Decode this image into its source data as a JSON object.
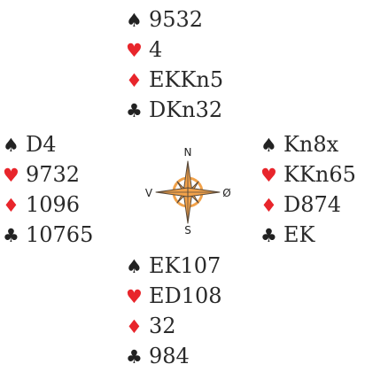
{
  "colors": {
    "red_suit": "#e8252b",
    "black_suit": "#222222",
    "text": "#2a2a2a",
    "compass_fill": "#f2a24a",
    "compass_outline": "#5a4a3a"
  },
  "suits": {
    "spade": "♠",
    "heart": "♥",
    "diamond": "♦",
    "club": "♣"
  },
  "hands": {
    "north": {
      "spades": "9532",
      "hearts": "4",
      "diamonds": "EKKn5",
      "clubs": "DKn32"
    },
    "west": {
      "spades": "D4",
      "hearts": "9732",
      "diamonds": "1096",
      "clubs": "10765"
    },
    "east": {
      "spades": "Kn8x",
      "hearts": "KKn65",
      "diamonds": "D874",
      "clubs": "EK"
    },
    "south": {
      "spades": "EK107",
      "hearts": "ED108",
      "diamonds": "32",
      "clubs": "984"
    }
  },
  "compass": {
    "north": "N",
    "south": "S",
    "west": "V",
    "east": "Ø"
  }
}
